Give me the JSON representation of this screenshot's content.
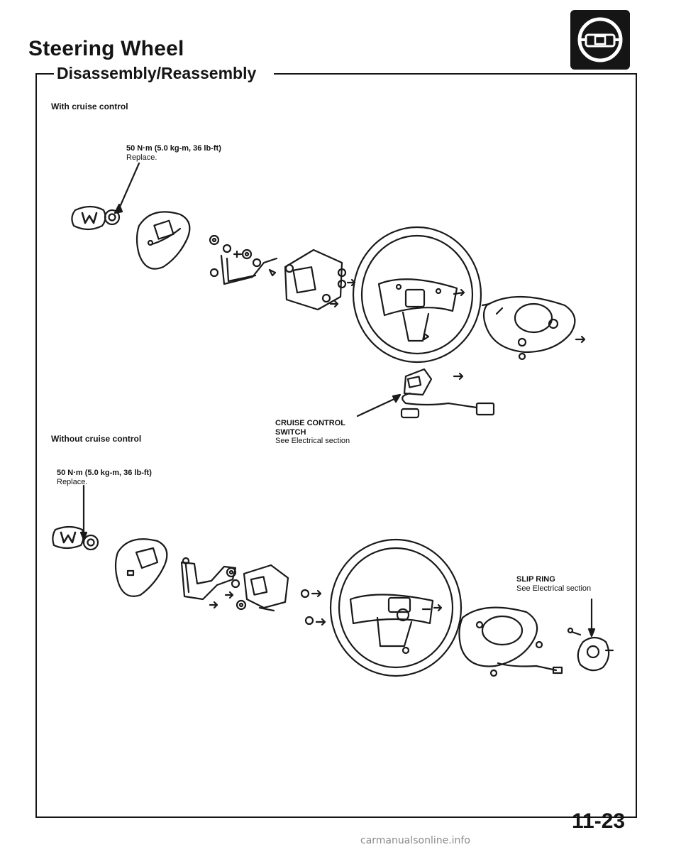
{
  "header": {
    "title": "Steering Wheel",
    "subtitle": "Disassembly/Reassembly",
    "section_icon": "steering-wheel-icon"
  },
  "diagrams": {
    "with_cruise": {
      "heading": "With cruise control",
      "torque": "50 N·m (5.0 kg-m, 36 lb-ft)",
      "torque_note": "Replace.",
      "switch_label_1": "CRUISE CONTROL",
      "switch_label_2": "SWITCH",
      "switch_note": "See Electrical section"
    },
    "without_cruise": {
      "heading": "Without cruise control",
      "torque": "50 N·m (5.0 kg-m, 36 lb-ft)",
      "torque_note": "Replace.",
      "slip_ring_label": "SLIP RING",
      "slip_ring_note": "See Electrical section"
    }
  },
  "footer": {
    "page_number": "11-23",
    "watermark": "carmanualsonline.info"
  }
}
